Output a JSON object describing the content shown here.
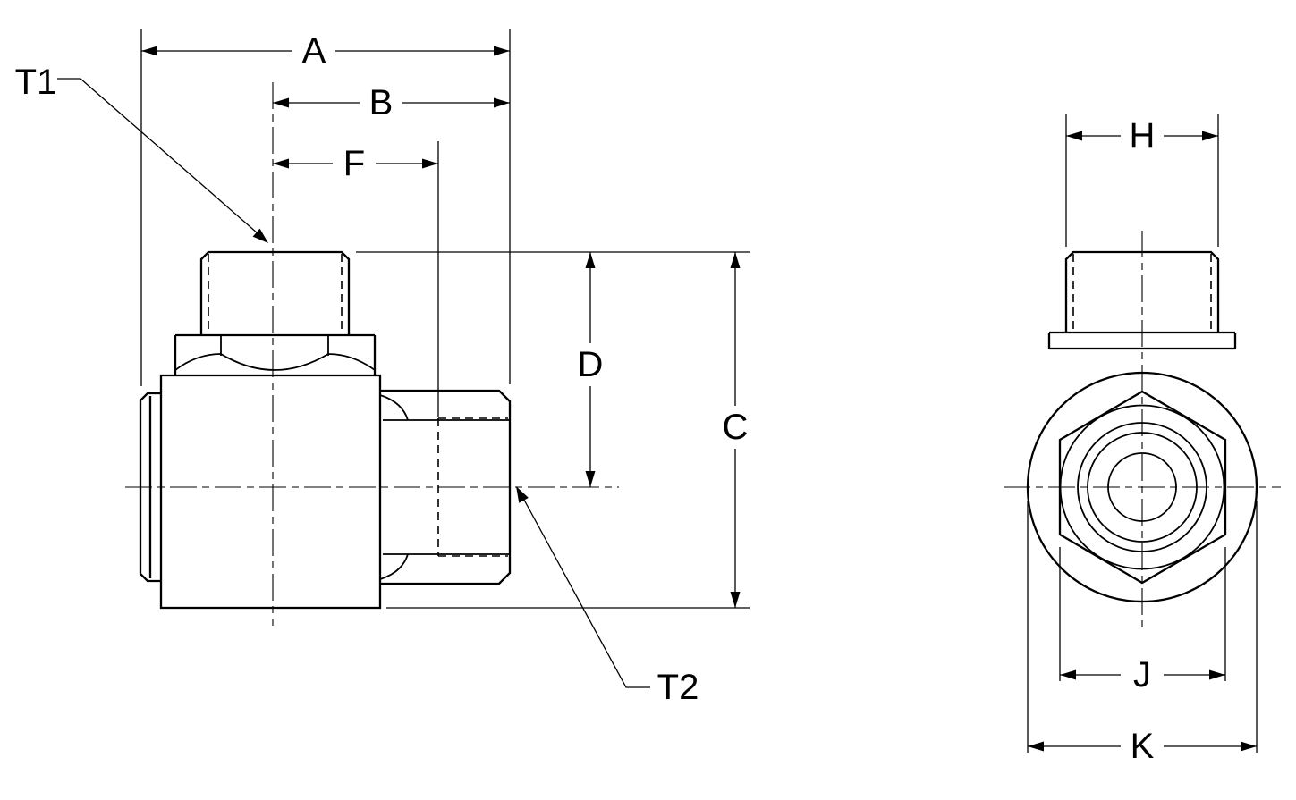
{
  "colors": {
    "background": "#ffffff",
    "line": "#000000"
  },
  "side_view": {
    "dimensions": {
      "a": "A",
      "b": "B",
      "f": "F",
      "d": "D",
      "c": "C"
    },
    "callouts": {
      "t1": "T1",
      "t2": "T2"
    }
  },
  "end_view": {
    "dimensions": {
      "h": "H",
      "j": "J",
      "k": "K"
    }
  }
}
